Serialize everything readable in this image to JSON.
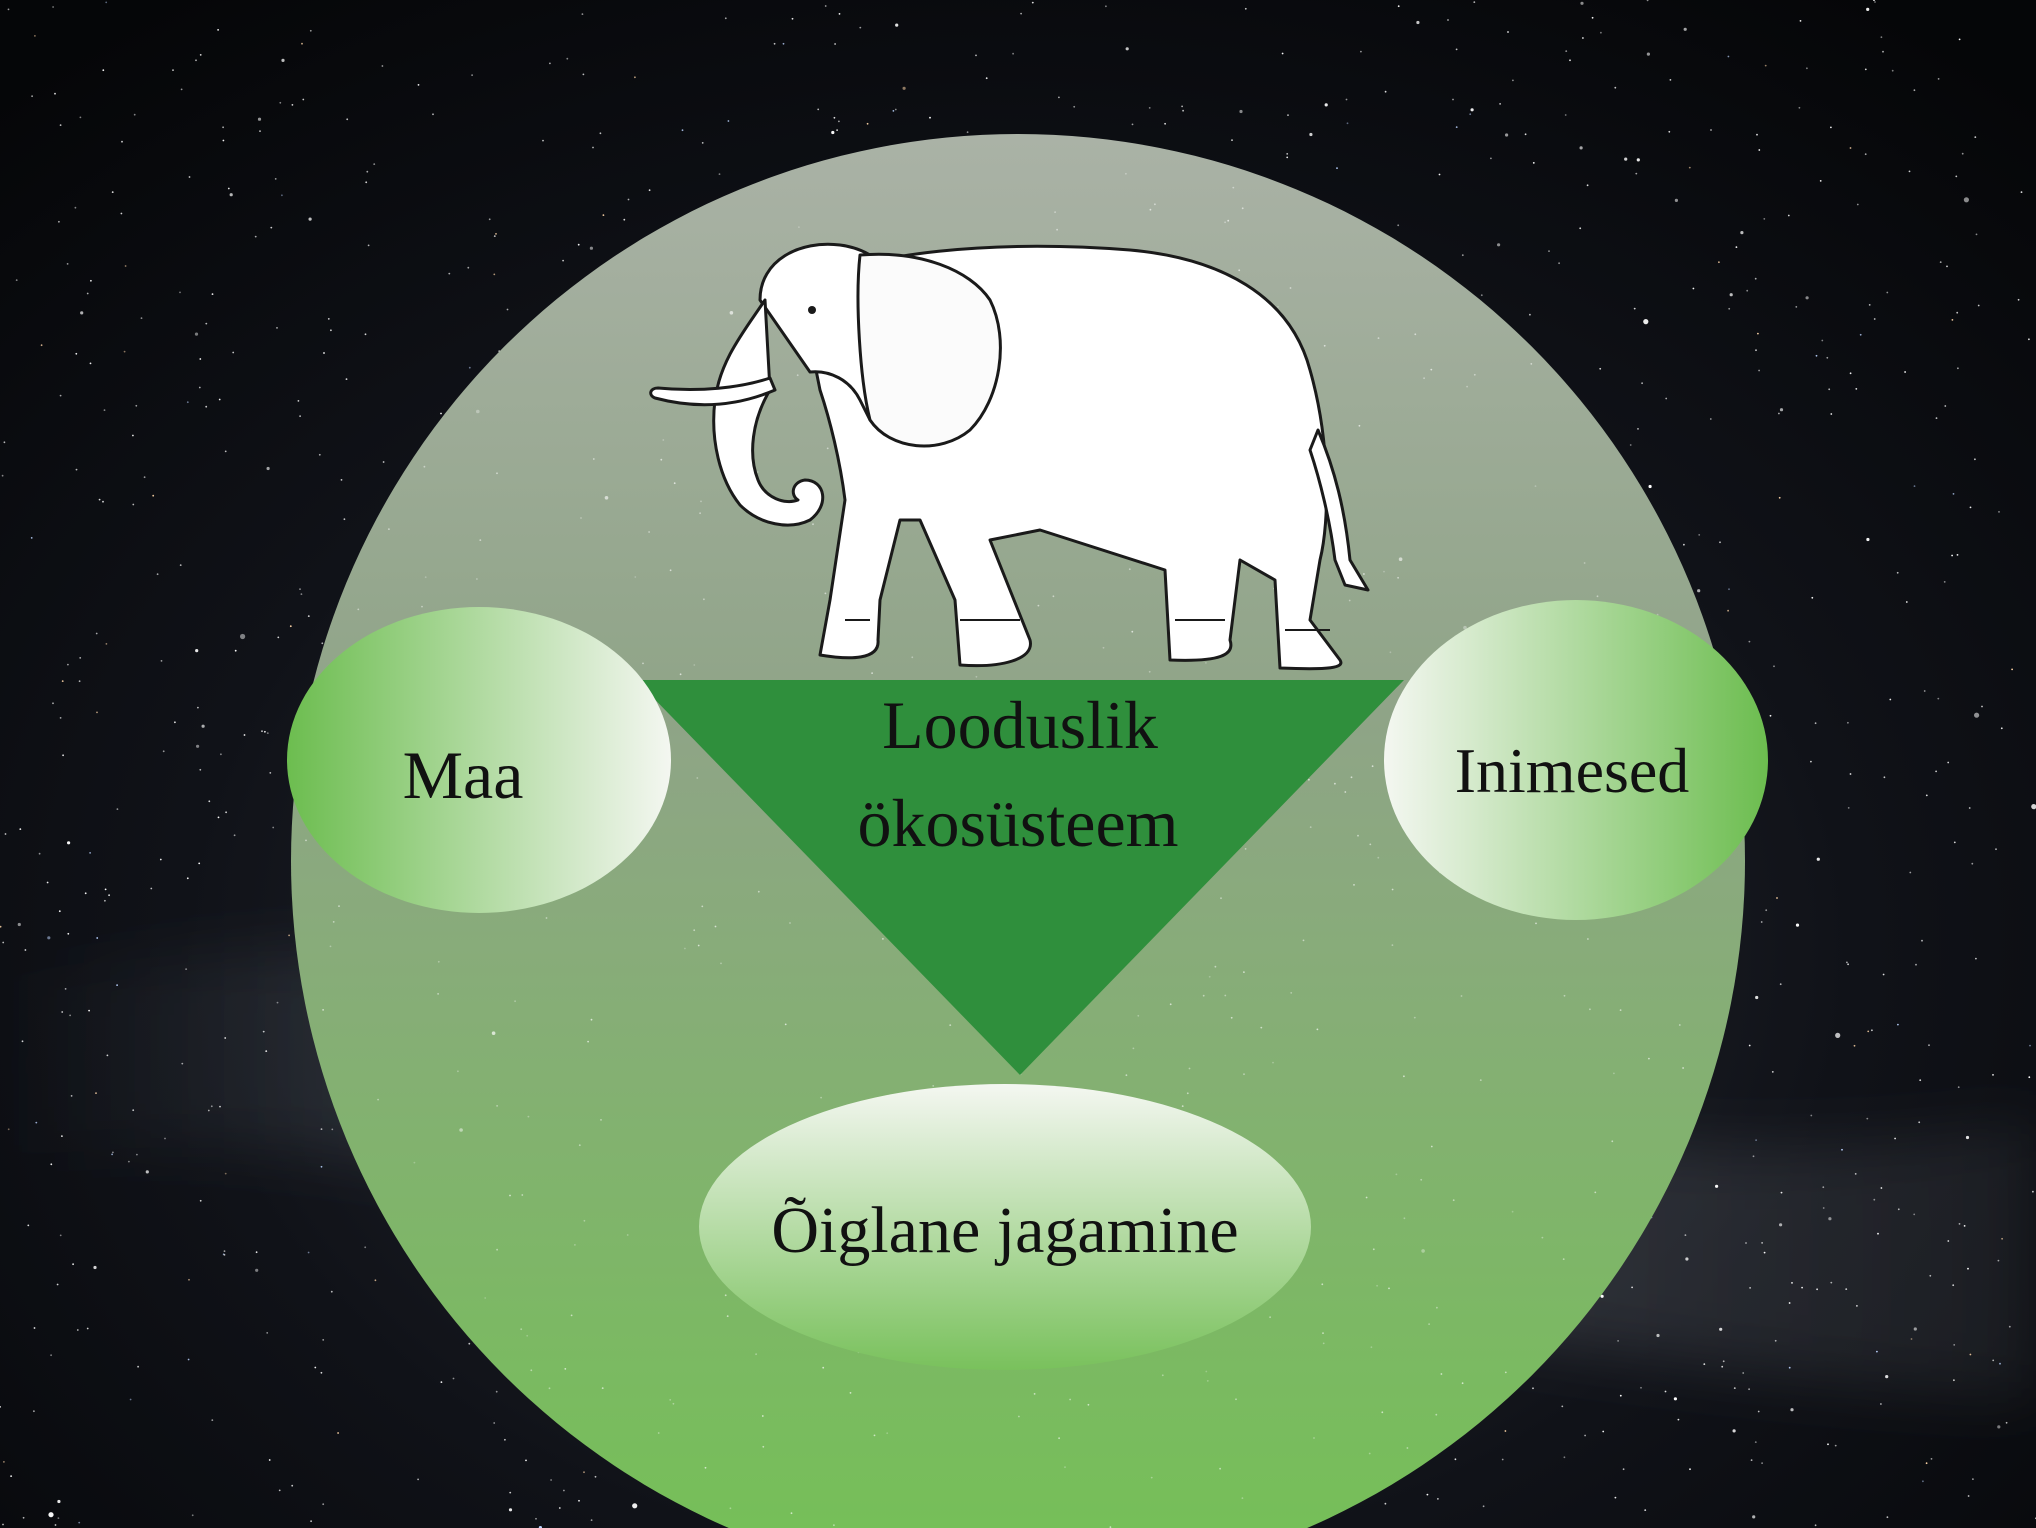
{
  "diagram": {
    "nodes": {
      "left": "Maa",
      "right": "Inimesed",
      "bottom": "Õiglane jagamine",
      "center_line1": "Looduslik",
      "center_line2": "ökosüsteem"
    },
    "icon": "elephant-icon",
    "colors": {
      "background": "#07080c",
      "circle_top": "#a9b3a3",
      "circle_bottom": "#7cc35f",
      "triangle": "#2f8f3c",
      "ellipse_green": "#6fbd52",
      "ellipse_white": "#f4f7f1",
      "text": "#111111"
    }
  }
}
